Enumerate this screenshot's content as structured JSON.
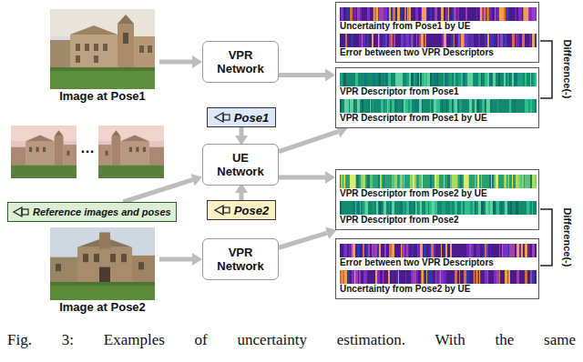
{
  "diagram": {
    "caption": "Fig. 3: Examples of uncertainty estimation. With the same",
    "nodes": [
      {
        "text": [
          "Image at Pose1"
        ]
      },
      {
        "text": [
          "VPR Network"
        ]
      },
      {
        "text": [
          "Pose1"
        ]
      },
      {
        "text": [
          "Uncertainty from Pose1 by UE",
          "Error between two VPR Descriptors"
        ]
      },
      {
        "text": [
          "VPR Descriptor from Pose1",
          "VPR Descriptor from Pose1 by UE"
        ]
      },
      {
        "text": [
          "Reference images and poses"
        ]
      },
      {
        "text": [
          "UE Network"
        ]
      },
      {
        "text": [
          "Pose2"
        ]
      },
      {
        "text": [
          "VPR Descriptor from Pose2 by UE",
          "VPR Descriptor from Pose2"
        ]
      },
      {
        "text": [
          "Error between two VPR Descriptors",
          "Uncertainty from Pose2 by UE"
        ]
      },
      {
        "text": [
          "Image at Pose2"
        ]
      },
      {
        "text": [
          "VPR Network"
        ]
      }
    ],
    "edges": [
      {
        "from": 0,
        "to": 1,
        "arrow": "to"
      },
      {
        "from": 1,
        "to": 4,
        "arrow": "to"
      },
      {
        "from": 2,
        "to": 6,
        "arrow": "to"
      },
      {
        "from": 5,
        "to": 6,
        "arrow": "to"
      },
      {
        "from": 7,
        "to": 6,
        "arrow": "to"
      },
      {
        "from": 6,
        "to": 4,
        "arrow": "to"
      },
      {
        "from": 6,
        "to": 8,
        "arrow": "to"
      },
      {
        "from": 10,
        "to": 11,
        "arrow": "to"
      },
      {
        "from": 11,
        "to": 8,
        "arrow": "to"
      }
    ],
    "labels": [
      "Difference(-)",
      "…",
      "Difference(-)"
    ]
  }
}
